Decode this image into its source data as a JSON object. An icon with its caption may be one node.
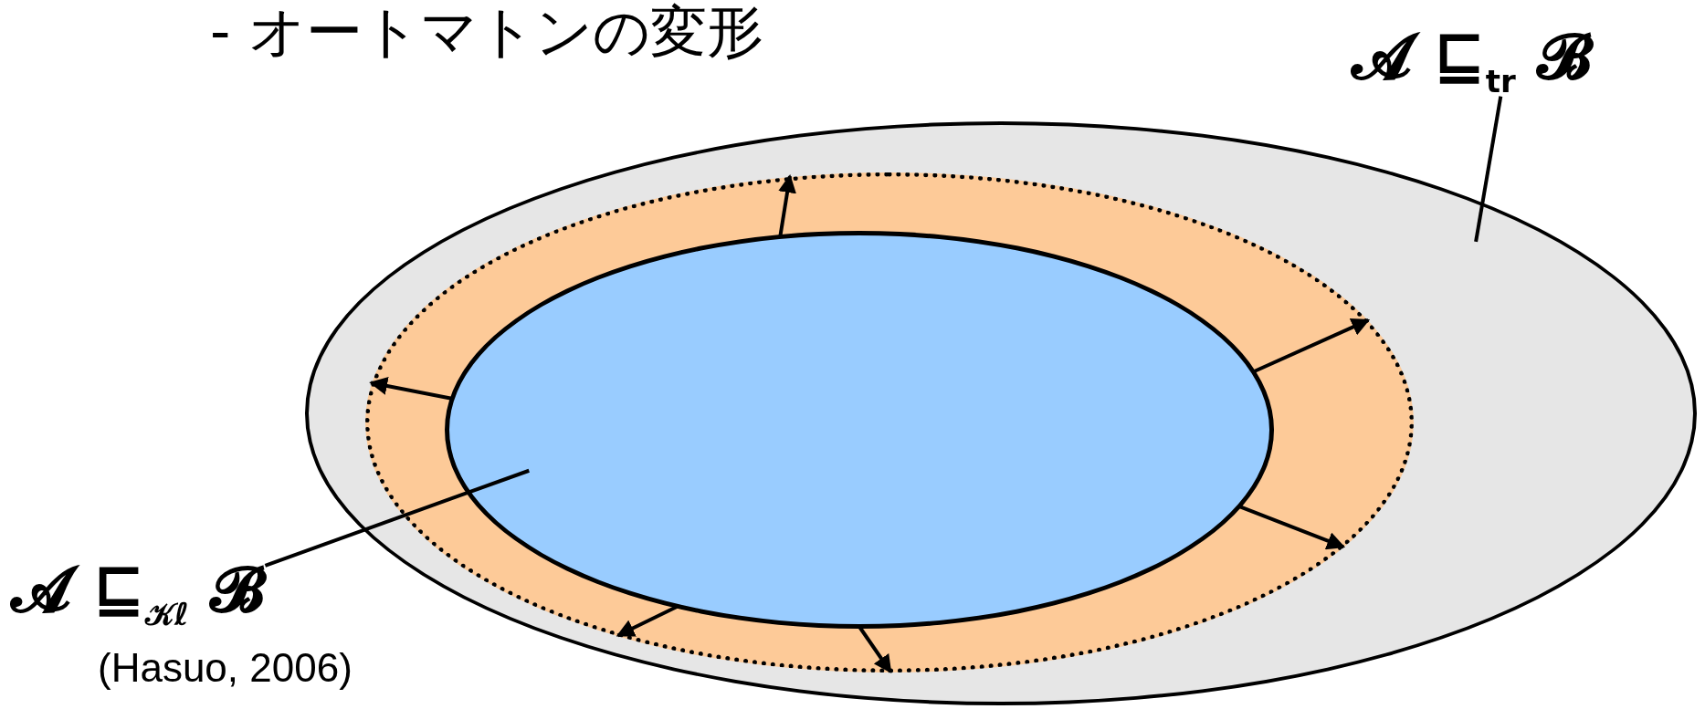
{
  "diagram": {
    "title": "- オートマトンの変形",
    "nodes": [
      {
        "text": [
          "𝓐 ⊑$_{tr}$ 𝓑"
        ]
      },
      {
        "text": [],
        "shape": "ellipse"
      },
      {
        "text": [],
        "shape": "ellipse",
        "in": 1
      },
      {
        "text": [],
        "shape": "ellipse",
        "in": 2
      },
      {
        "text": [
          "𝓐 ⊑$_{𝒦ℓ}$ 𝓑"
        ],
        "beside": [
          "(Hasuo, 2006)"
        ]
      }
    ],
    "edges": [
      {
        "from": 0,
        "to": 1,
        "arrow": "none"
      },
      {
        "from": 4,
        "to": 3,
        "arrow": "none"
      },
      {
        "from": 3,
        "to": 2,
        "arrow": "to"
      },
      {
        "from": 3,
        "to": 2,
        "arrow": "to"
      },
      {
        "from": 3,
        "to": 2,
        "arrow": "to"
      },
      {
        "from": 3,
        "to": 2,
        "arrow": "to"
      },
      {
        "from": 3,
        "to": 2,
        "arrow": "to"
      },
      {
        "from": 3,
        "to": 2,
        "arrow": "to"
      }
    ]
  }
}
